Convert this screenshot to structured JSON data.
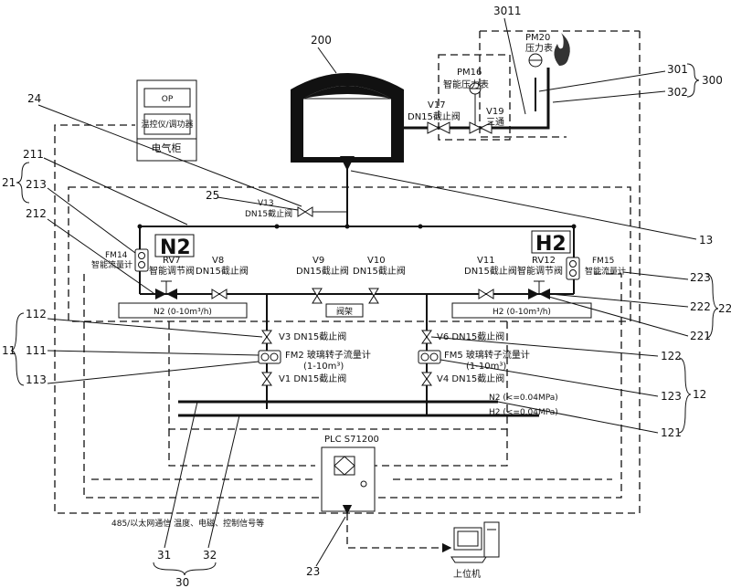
{
  "labels": {
    "n200": "200",
    "n3011": "3011",
    "n301": "301",
    "n302": "302",
    "n300": "300",
    "n24": "24",
    "n211": "211",
    "n21": "21",
    "n213": "213",
    "n212": "212",
    "n25": "25",
    "n13": "13",
    "n223": "223",
    "n222": "222",
    "n22": "22",
    "n221": "221",
    "n112": "112",
    "n111": "111",
    "n11": "11",
    "n113": "113",
    "n122": "122",
    "n123": "123",
    "n12": "12",
    "n121": "121",
    "n31": "31",
    "n32": "32",
    "n30": "30",
    "n23": "23"
  },
  "cabinet": {
    "op": "OP",
    "controller": "温控仪/调功器",
    "title": "电气柜"
  },
  "top": {
    "pm16_code": "PM16",
    "pm16_name": "智能压力表",
    "pm20_code": "PM20",
    "pm20_name": "压力表",
    "v17_code": "V17",
    "v17_name": "DN15截止阀",
    "v19_code": "V19",
    "v19_name": "三通",
    "v13_code": "V13",
    "v13_name": "DN15截止阀"
  },
  "gas": {
    "n2": "N2",
    "h2": "H2",
    "fm14": "FM14",
    "fm14_name": "智能流量计",
    "fm15": "FM15",
    "fm15_name": "智能流量计",
    "rv7": "RV7",
    "rv7_name": "智能调节阀",
    "rv12": "RV12",
    "rv12_name": "智能调节阀",
    "v8": "V8",
    "v8_name": "DN15截止阀",
    "v9": "V9",
    "v9_name": "DN15截止阀",
    "v10": "V10",
    "v10_name": "DN15截止阀",
    "v11": "V11",
    "v11_name": "DN15截止阀",
    "n2_range": "N2 (0-10m³/h)",
    "h2_range": "H2 (0-10m³/h)",
    "manifold": "阀架"
  },
  "lower": {
    "v3": "V3 DN15截止阀",
    "v6": "V6 DN15截止阀",
    "fm2": "FM2 玻璃转子流量计",
    "fm2_range": "(1-10m³)",
    "fm5": "FM5 玻璃转子流量计",
    "fm5_range": "(1-10m³)",
    "v1": "V1 DN15截止阀",
    "v4": "V4 DN15截止阀",
    "n2_supply": "N2 (<=0.04MPa)",
    "h2_supply": "H2 (<=0.04MPa)"
  },
  "plc": {
    "title": "PLC S71200",
    "signals": "485/以太网通信   温度、电磁、控制信号等",
    "host": "上位机"
  }
}
